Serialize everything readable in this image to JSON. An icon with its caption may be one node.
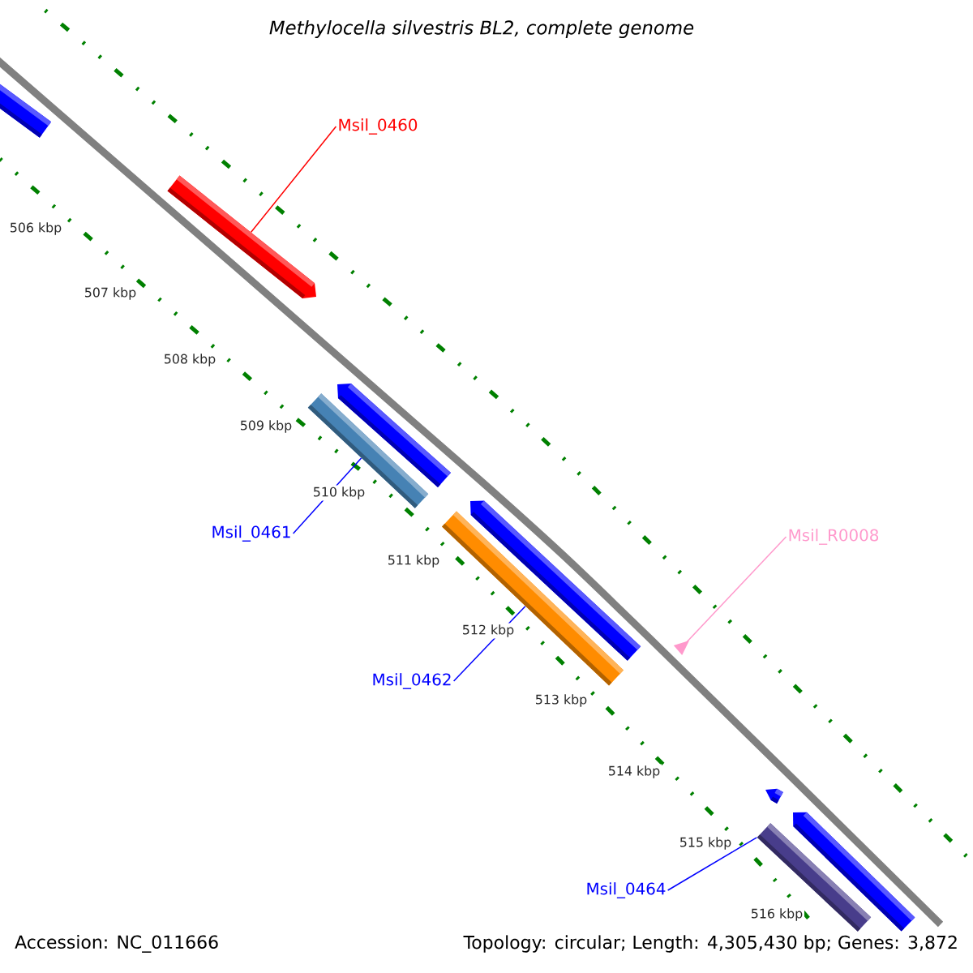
{
  "diagram": {
    "title": "Methylocella silvestris BL2, complete genome",
    "nodes": [
      {
        "text": [
          "Msil_0460"
        ]
      },
      {
        "text": [],
        "shape": "bar"
      },
      {
        "text": [
          "Msil_0461"
        ]
      },
      {
        "text": [],
        "shape": "bar"
      },
      {
        "text": [
          "Msil_R0008"
        ]
      },
      {
        "text": [],
        "shape": "triangle"
      },
      {
        "text": [
          "Msil_0462"
        ]
      },
      {
        "text": [],
        "shape": "bar"
      },
      {
        "text": [
          "Msil_0464"
        ]
      },
      {
        "text": [],
        "shape": "bar"
      },
      {
        "text": [],
        "shape": "bar"
      },
      {
        "text": [],
        "shape": "bar"
      },
      {
        "text": [],
        "shape": "bar"
      },
      {
        "text": [],
        "shape": "bar"
      },
      {
        "text": [],
        "shape": "bar"
      }
    ],
    "edges": [
      {
        "from": 0,
        "to": 1,
        "arrow": "none",
        "color": "#ff0000"
      },
      {
        "from": 2,
        "to": 3,
        "arrow": "none"
      },
      {
        "from": 4,
        "to": 5,
        "arrow": "none",
        "color": "#ff99cc"
      },
      {
        "from": 6,
        "to": 7,
        "arrow": "none"
      },
      {
        "from": 8,
        "to": 9,
        "arrow": "none"
      }
    ],
    "labels": [
      "506 kbp",
      "507 kbp",
      "508 kbp",
      "509 kbp",
      "510 kbp",
      "511 kbp",
      "512 kbp",
      "513 kbp",
      "514 kbp",
      "515 kbp",
      "516 kbp",
      "Accession: NC_011666",
      "Topology: circular; Length: 4,305,430 bp; Genes: 3,872"
    ]
  }
}
